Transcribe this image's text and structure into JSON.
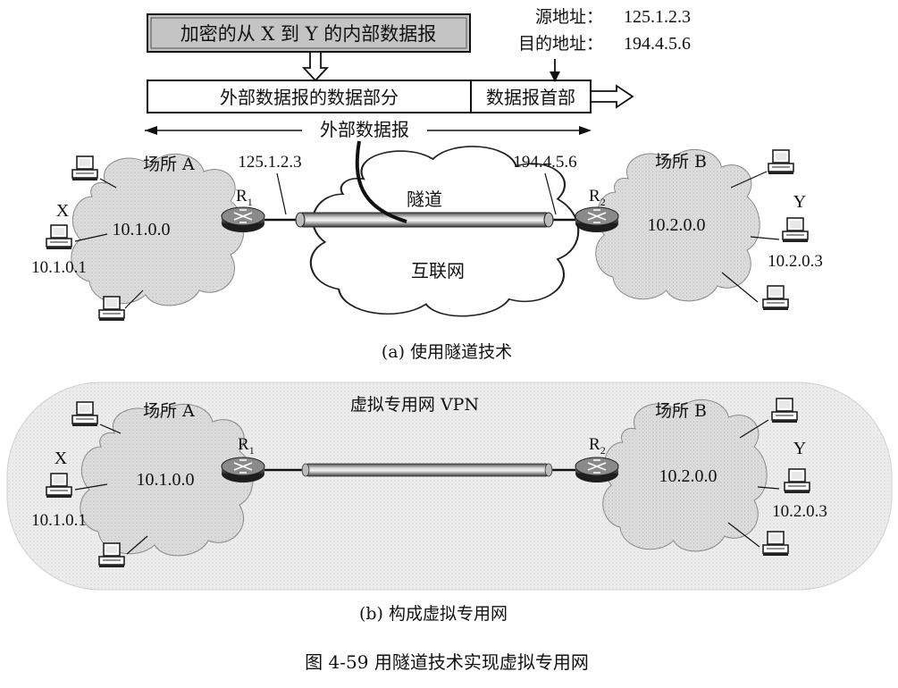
{
  "packet": {
    "inner_label": "加密的从 X 到 Y 的内部数据报",
    "outer_payload_label": "外部数据报的数据部分",
    "outer_header_label": "数据报首部",
    "outer_datagram_label": "外部数据报",
    "src_label": "源地址：",
    "src_value": "125.1.2.3",
    "dst_label": "目的地址：",
    "dst_value": "194.4.5.6"
  },
  "diagram_a": {
    "site_a_label": "场所 A",
    "site_b_label": "场所 B",
    "net_a": "10.1.0.0",
    "net_b": "10.2.0.0",
    "host_x_label": "X",
    "host_x_ip": "10.1.0.1",
    "host_y_label": "Y",
    "host_y_ip": "10.2.0.3",
    "r1_ip": "125.1.2.3",
    "r2_ip": "194.4.5.6",
    "tunnel_label": "隧道",
    "internet_label": "互联网",
    "caption": "(a) 使用隧道技术"
  },
  "diagram_b": {
    "vpn_label": "虚拟专用网 VPN",
    "site_a_label": "场所 A",
    "site_b_label": "场所 B",
    "net_a": "10.1.0.0",
    "net_b": "10.2.0.0",
    "host_x_label": "X",
    "host_x_ip": "10.1.0.1",
    "host_y_label": "Y",
    "host_y_ip": "10.2.0.3",
    "caption": "(b) 构成虚拟专用网"
  },
  "routers": {
    "r1": "R",
    "r1_sub": "1",
    "r2": "R",
    "r2_sub": "2"
  },
  "figure_caption": "图 4-59    用隧道技术实现虚拟专用网"
}
